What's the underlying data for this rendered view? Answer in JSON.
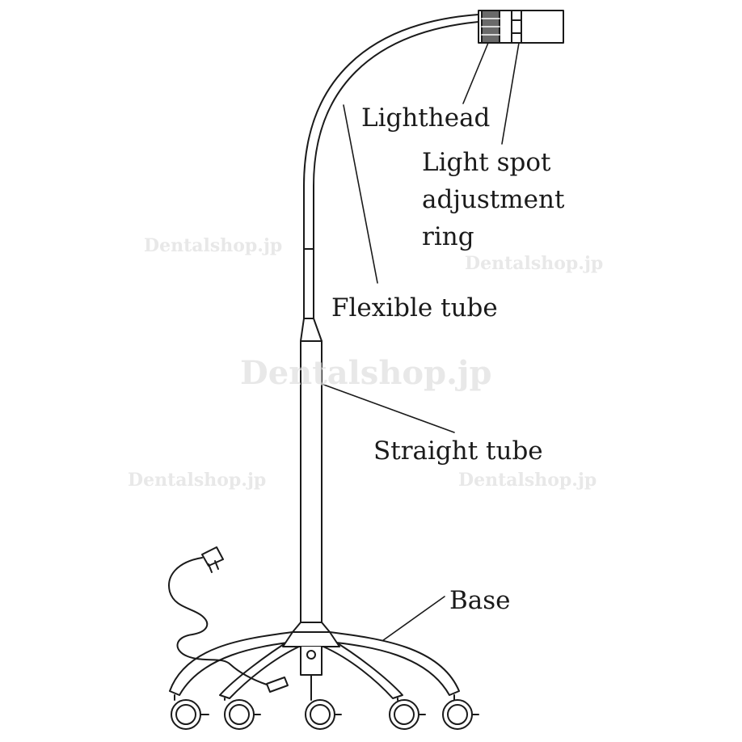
{
  "labels": {
    "lighthead": "Lighthead",
    "spot_ring_line1": "Light spot",
    "spot_ring_line2": "adjustment",
    "spot_ring_line3": "ring",
    "flexible_tube": "Flexible tube",
    "straight_tube": "Straight tube",
    "base": "Base"
  },
  "watermark": "Dentalshop.jp",
  "colors": {
    "line": "#1a1a1a",
    "background": "#ffffff",
    "ring_fill": "#6a6a6a"
  }
}
